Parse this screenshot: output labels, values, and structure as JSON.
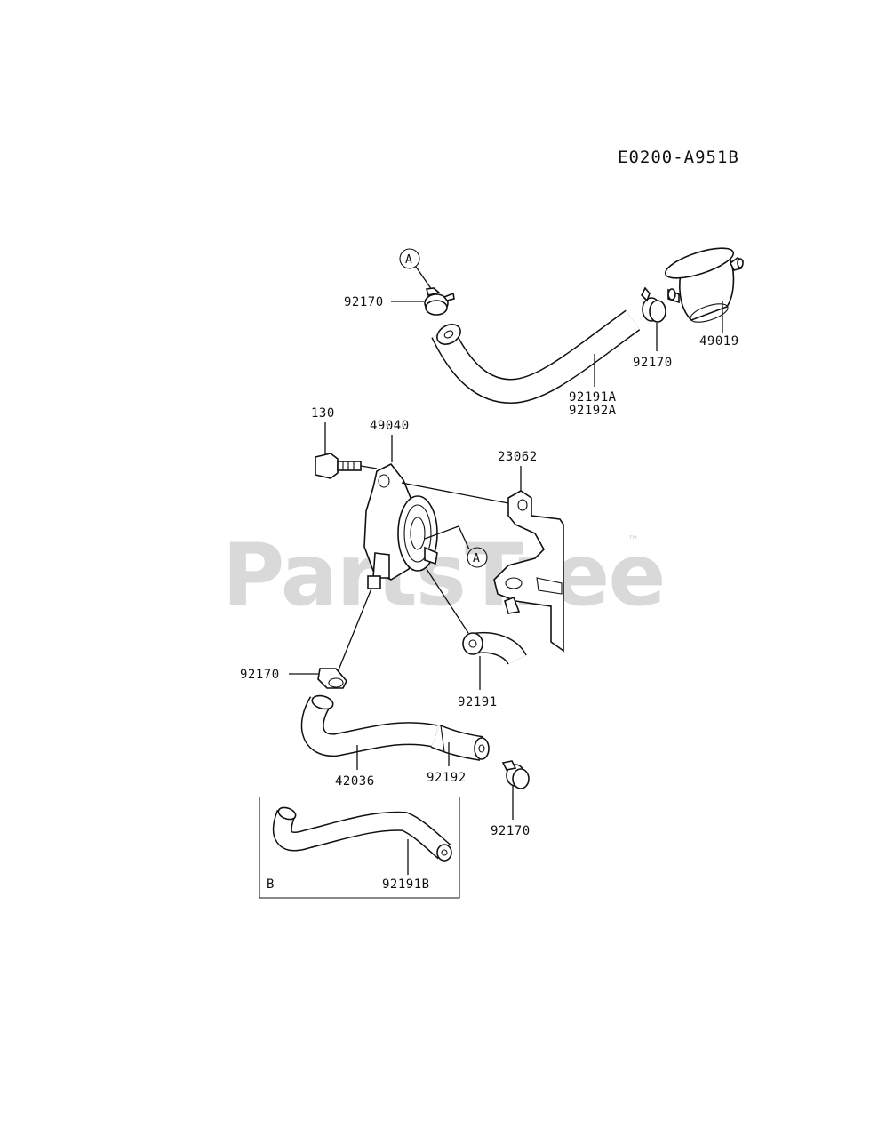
{
  "diagram": {
    "code": "E0200-A951B",
    "watermark": "PartsTree",
    "trademark": "™",
    "ref_a": "A",
    "box_label": "B",
    "labels": {
      "clamp_top_left": "92170",
      "fuel_filter": "49019",
      "clamp_top_right": "92170",
      "hose_a": "92191A",
      "hose_a2": "92192A",
      "bolt": "130",
      "fuel_pump": "49040",
      "bracket": "23062",
      "clamp_mid_left": "92170",
      "hose_short": "92191",
      "pipe": "42036",
      "hose_long": "92192",
      "clamp_bottom": "92170",
      "hose_b": "92191B"
    }
  }
}
